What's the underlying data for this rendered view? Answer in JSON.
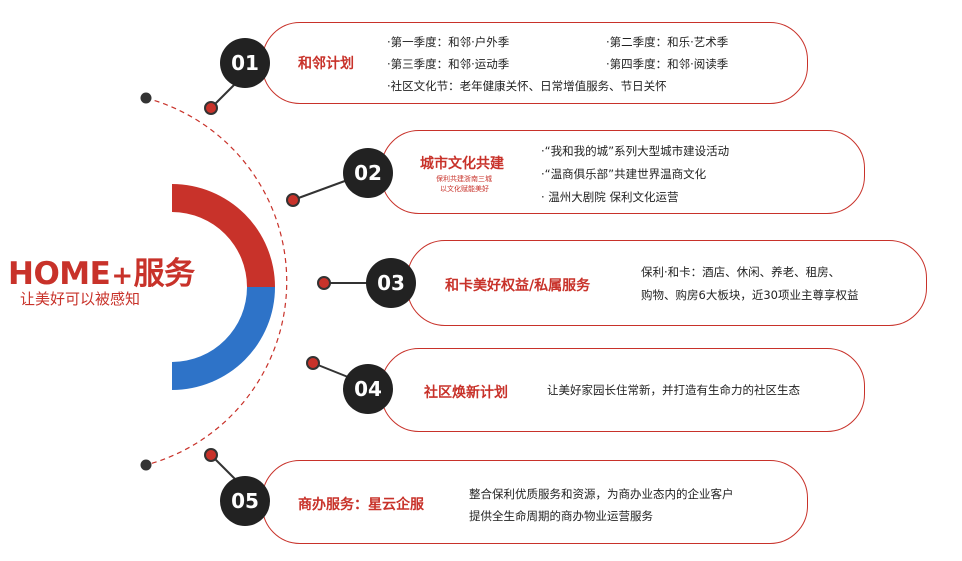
{
  "brand": {
    "title_main": "HOME",
    "title_plus": "+",
    "title_tail": "服务",
    "subtitle": "让美好可以被感知"
  },
  "colors": {
    "red": "#c8322a",
    "blue": "#2e73c8",
    "dark": "#222222"
  },
  "items": [
    {
      "number": "01",
      "title": "和邻计划",
      "lines": [
        "·第一季度：和邻·户外季",
        "·第二季度：和乐·艺术季",
        "·第三季度：和邻·运动季",
        "·第四季度：和邻·阅读季",
        "·社区文化节：老年健康关怀、日常增值服务、节日关怀"
      ]
    },
    {
      "number": "02",
      "title": "城市文化共建",
      "subtitle_lines": [
        "保利共建浙南三城",
        "以文化赋能美好"
      ],
      "lines": [
        "·“我和我的城”系列大型城市建设活动",
        "·“温商俱乐部”共建世界温商文化",
        "·  温州大剧院 保利文化运营"
      ]
    },
    {
      "number": "03",
      "title": "和卡美好权益/私属服务",
      "lines": [
        "保利·和卡：酒店、休闲、养老、租房、",
        "购物、购房6大板块，近30项业主尊享权益"
      ]
    },
    {
      "number": "04",
      "title": "社区焕新计划",
      "lines": [
        "让美好家园长住常新，并打造有生命力的社区生态"
      ]
    },
    {
      "number": "05",
      "title": "商办服务：星云企服",
      "lines": [
        "整合保利优质服务和资源，为商办业态内的企业客户",
        "提供全生命周期的商办物业运营服务"
      ]
    }
  ]
}
